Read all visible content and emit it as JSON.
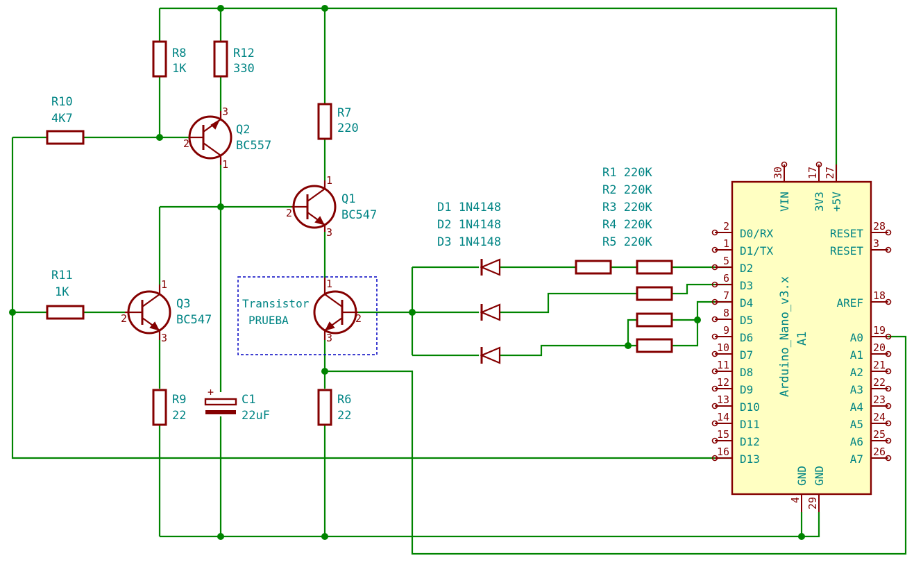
{
  "resistors": {
    "R1": {
      "ref": "R1",
      "value": "220K"
    },
    "R2": {
      "ref": "R2",
      "value": "220K"
    },
    "R3": {
      "ref": "R3",
      "value": "220K"
    },
    "R4": {
      "ref": "R4",
      "value": "220K"
    },
    "R5": {
      "ref": "R5",
      "value": "220K"
    },
    "R6": {
      "ref": "R6",
      "value": "22"
    },
    "R7": {
      "ref": "R7",
      "value": "220"
    },
    "R8": {
      "ref": "R8",
      "value": "1K"
    },
    "R9": {
      "ref": "R9",
      "value": "22"
    },
    "R10": {
      "ref": "R10",
      "value": "4K7"
    },
    "R11": {
      "ref": "R11",
      "value": "1K"
    },
    "R12": {
      "ref": "R12",
      "value": "330"
    }
  },
  "transistors": {
    "Q1": {
      "ref": "Q1",
      "value": "BC547"
    },
    "Q2": {
      "ref": "Q2",
      "value": "BC557"
    },
    "Q3": {
      "ref": "Q3",
      "value": "BC547"
    }
  },
  "capacitor": {
    "ref": "C1",
    "value": "22uF"
  },
  "diodes": {
    "D1": {
      "ref": "D1",
      "value": "1N4148"
    },
    "D2": {
      "ref": "D2",
      "value": "1N4148"
    },
    "D3": {
      "ref": "D3",
      "value": "1N4148"
    }
  },
  "test_transistor": {
    "line1": "Transistor",
    "line2": "PRUEBA"
  },
  "arduino": {
    "ref": "A1",
    "value": "Arduino_Nano_v3.x",
    "top_pins": [
      {
        "num": "30",
        "name": "VIN"
      },
      {
        "num": "17",
        "name": "3V3"
      },
      {
        "num": "27",
        "name": "+5V"
      }
    ],
    "left_pins": [
      {
        "num": "2",
        "name": "D0/RX"
      },
      {
        "num": "1",
        "name": "D1/TX"
      },
      {
        "num": "5",
        "name": "D2"
      },
      {
        "num": "6",
        "name": "D3"
      },
      {
        "num": "7",
        "name": "D4"
      },
      {
        "num": "8",
        "name": "D5"
      },
      {
        "num": "9",
        "name": "D6"
      },
      {
        "num": "10",
        "name": "D7"
      },
      {
        "num": "11",
        "name": "D8"
      },
      {
        "num": "12",
        "name": "D9"
      },
      {
        "num": "13",
        "name": "D10"
      },
      {
        "num": "14",
        "name": "D11"
      },
      {
        "num": "15",
        "name": "D12"
      },
      {
        "num": "16",
        "name": "D13"
      }
    ],
    "right_pins": [
      {
        "num": "28",
        "name": "RESET"
      },
      {
        "num": "3",
        "name": "RESET"
      },
      {
        "num": "18",
        "name": "AREF"
      },
      {
        "num": "19",
        "name": "A0"
      },
      {
        "num": "20",
        "name": "A1"
      },
      {
        "num": "21",
        "name": "A2"
      },
      {
        "num": "22",
        "name": "A3"
      },
      {
        "num": "23",
        "name": "A4"
      },
      {
        "num": "24",
        "name": "A5"
      },
      {
        "num": "25",
        "name": "A6"
      },
      {
        "num": "26",
        "name": "A7"
      }
    ],
    "bottom_pins": [
      {
        "num": "4",
        "name": "GND"
      },
      {
        "num": "29",
        "name": "GND"
      }
    ]
  },
  "colors": {
    "wire": "#008400",
    "component": "#840000",
    "label": "#008484",
    "ic_fill": "#ffffc2",
    "annotation_box": "#0000c2"
  }
}
